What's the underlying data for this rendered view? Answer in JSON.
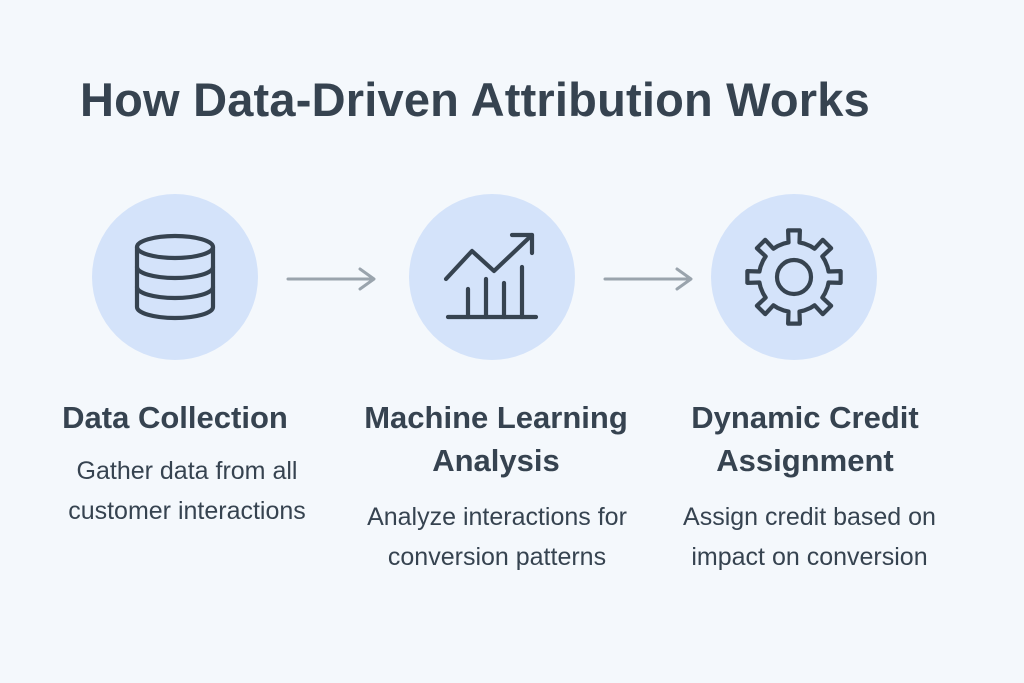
{
  "title": "How Data-Driven Attribution Works",
  "colors": {
    "background": "#f4f8fc",
    "circle": "#d4e3fa",
    "text": "#364350",
    "arrow": "#9aa4ad"
  },
  "steps": [
    {
      "icon": "database-icon",
      "title": "Data Collection",
      "description": "Gather data from all customer interactions"
    },
    {
      "icon": "trending-chart-icon",
      "title": "Machine Learning Analysis",
      "description": "Analyze interactions for conversion patterns"
    },
    {
      "icon": "gear-icon",
      "title": "Dynamic Credit Assignment",
      "description": "Assign credit based on impact on conversion"
    }
  ]
}
